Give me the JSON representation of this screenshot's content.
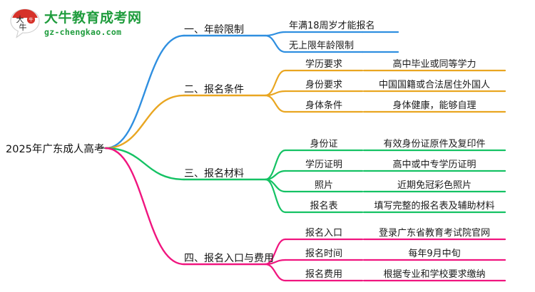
{
  "logo": {
    "mark_text": "大牛",
    "name_cn": "大牛教育成考网",
    "name_en": "gz-chengkao.com",
    "brand_color": "#1f9c3d",
    "mark_color": "#d6322a"
  },
  "mindmap": {
    "root": {
      "label": "2025年广东成人高考"
    },
    "branches": [
      {
        "label": "一、年龄限制",
        "color": "#2f8fe0",
        "items": [
          {
            "label": "年满18周岁才能报名",
            "value": ""
          },
          {
            "label": "无上限年龄限制",
            "value": ""
          }
        ]
      },
      {
        "label": "二、报名条件",
        "color": "#e9a621",
        "items": [
          {
            "label": "学历要求",
            "value": "高中毕业或同等学力"
          },
          {
            "label": "身份要求",
            "value": "中国国籍或合法居住外国人"
          },
          {
            "label": "身体条件",
            "value": "身体健康，能够自理"
          }
        ]
      },
      {
        "label": "三、报名材料",
        "color": "#15c264",
        "items": [
          {
            "label": "身份证",
            "value": "有效身份证原件及复印件"
          },
          {
            "label": "学历证明",
            "value": "高中或中专学历证明"
          },
          {
            "label": "照片",
            "value": "近期免冠彩色照片"
          },
          {
            "label": "报名表",
            "value": "填写完整的报名表及辅助材料"
          }
        ]
      },
      {
        "label": "四、报名入口与费用",
        "color": "#f0157f",
        "items": [
          {
            "label": "报名入口",
            "value": "登录广东省教育考试院官网"
          },
          {
            "label": "报名时间",
            "value": "每年9月中旬"
          },
          {
            "label": "报名费用",
            "value": "根据专业和学校要求缴纳"
          }
        ]
      }
    ]
  }
}
